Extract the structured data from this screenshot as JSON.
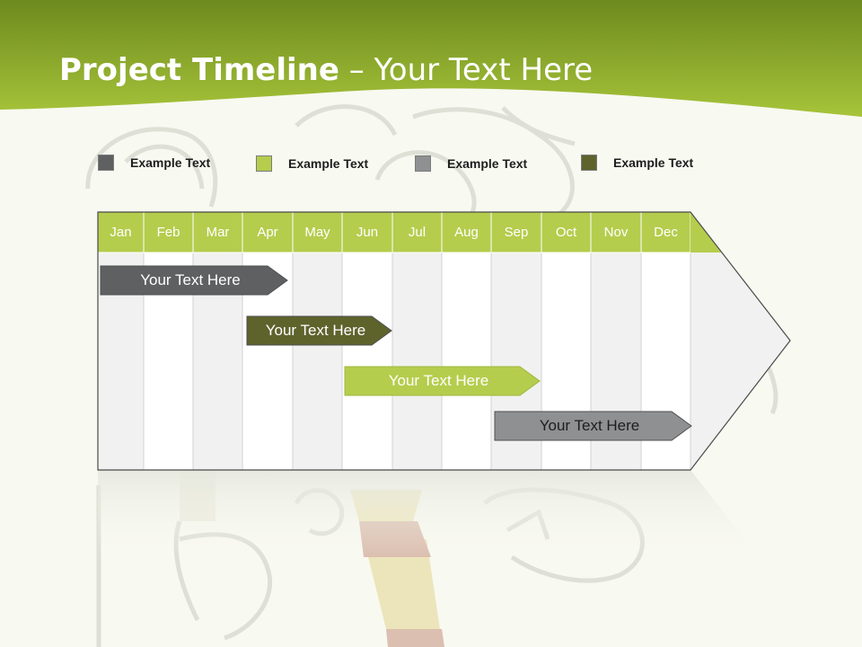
{
  "title": {
    "bold": "Project Timeline",
    "rest": " – Your Text Here"
  },
  "legend": [
    {
      "label": "Example Text",
      "color": "#5f6062"
    },
    {
      "label": "Example Text",
      "color": "#b4cd4d"
    },
    {
      "label": "Example Text",
      "color": "#8f9091"
    },
    {
      "label": "Example Text",
      "color": "#5e632c"
    }
  ],
  "months": [
    "Jan",
    "Feb",
    "Mar",
    "Apr",
    "May",
    "Jun",
    "Jul",
    "Aug",
    "Sep",
    "Oct",
    "Nov",
    "Dec"
  ],
  "tasks": [
    {
      "label": "Your  Text Here",
      "color": "#5f6062",
      "text_color": "#ffffff",
      "start_month": "Jan",
      "end_month": "Apr"
    },
    {
      "label": "Your  Text Here",
      "color": "#5e632c",
      "text_color": "#ffffff",
      "start_month": "Apr",
      "end_month": "Jun"
    },
    {
      "label": "Your  Text Here",
      "color": "#b4cd4d",
      "text_color": "#ffffff",
      "start_month": "Jun",
      "end_month": "Sep"
    },
    {
      "label": "Your  Text Here",
      "color": "#8f9091",
      "text_color": "#1e1e1e",
      "start_month": "Sep",
      "end_month": "Dec"
    }
  ],
  "colors": {
    "header_dark": "#6d8a1e",
    "header_light": "#a7c43a",
    "month_bar": "#b4cd4d",
    "column_shade": "#f1f1f1"
  }
}
